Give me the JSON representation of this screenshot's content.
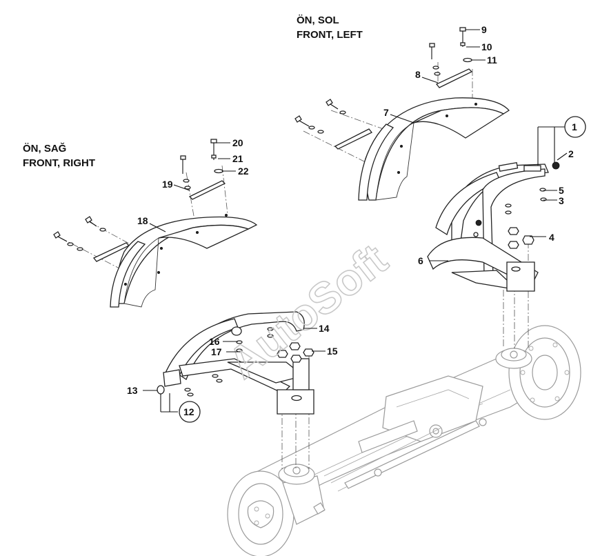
{
  "headers": {
    "left_line1": "ÖN, SOL",
    "left_line2": "FRONT, LEFT",
    "right_line1": "ÖN, SAĞ",
    "right_line2": "FRONT, RIGHT"
  },
  "watermark": "AutoSoft",
  "callouts": [
    "1",
    "2",
    "3",
    "4",
    "5",
    "6",
    "7",
    "8",
    "9",
    "10",
    "11",
    "12",
    "13",
    "14",
    "15",
    "16",
    "17",
    "18",
    "19",
    "20",
    "21",
    "22"
  ]
}
